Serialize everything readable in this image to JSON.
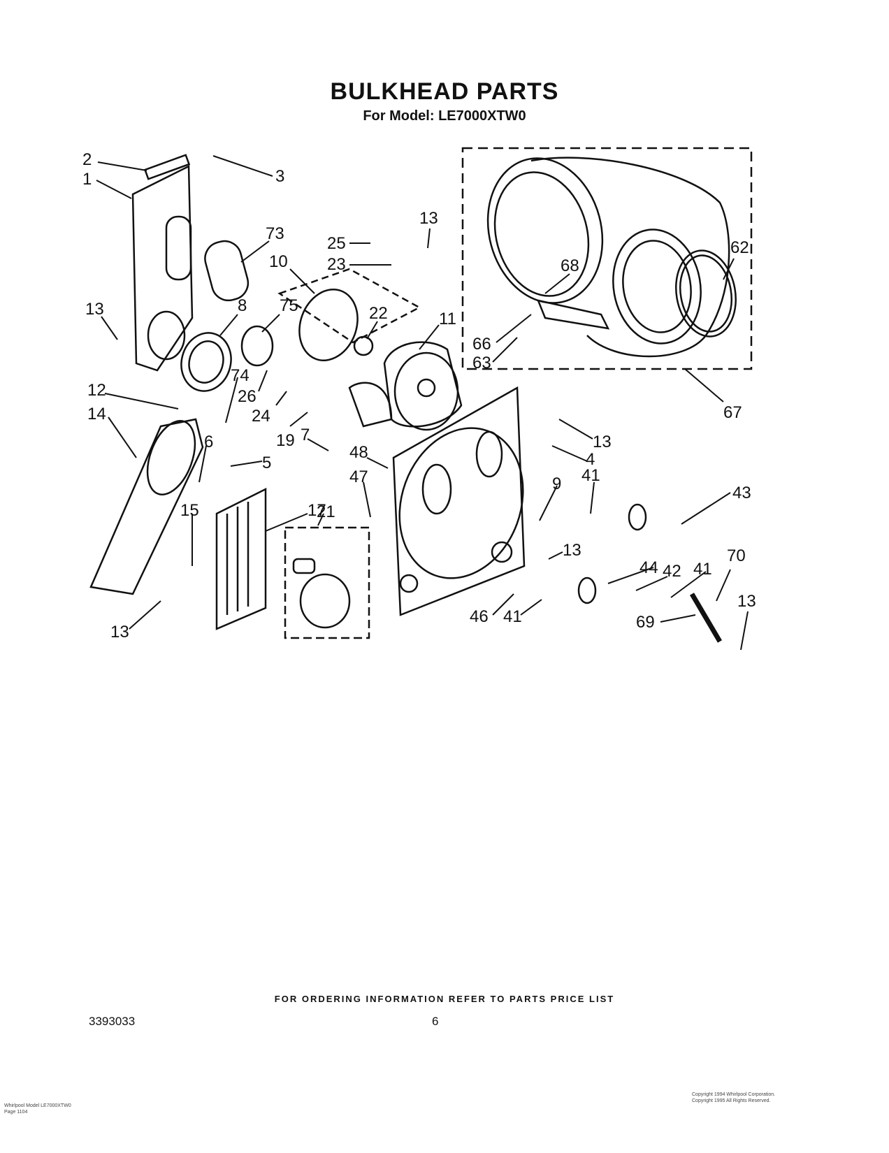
{
  "title": "BULKHEAD PARTS",
  "subtitle": "For Model: LE7000XTW0",
  "callouts": [
    {
      "id": "c2",
      "text": "2"
    },
    {
      "id": "c1",
      "text": "1"
    },
    {
      "id": "c3",
      "text": "3"
    },
    {
      "id": "c73",
      "text": "73"
    },
    {
      "id": "c13a",
      "text": "13"
    },
    {
      "id": "c8",
      "text": "8"
    },
    {
      "id": "c75",
      "text": "75"
    },
    {
      "id": "c10",
      "text": "10"
    },
    {
      "id": "c25",
      "text": "25"
    },
    {
      "id": "c23",
      "text": "23"
    },
    {
      "id": "c13b",
      "text": "13"
    },
    {
      "id": "c22",
      "text": "22"
    },
    {
      "id": "c11",
      "text": "11"
    },
    {
      "id": "c68",
      "text": "68"
    },
    {
      "id": "c62",
      "text": "62"
    },
    {
      "id": "c66",
      "text": "66"
    },
    {
      "id": "c63",
      "text": "63"
    },
    {
      "id": "c67",
      "text": "67"
    },
    {
      "id": "c12",
      "text": "12"
    },
    {
      "id": "c14",
      "text": "14"
    },
    {
      "id": "c74",
      "text": "74"
    },
    {
      "id": "c26",
      "text": "26"
    },
    {
      "id": "c24",
      "text": "24"
    },
    {
      "id": "c19",
      "text": "19"
    },
    {
      "id": "c6",
      "text": "6"
    },
    {
      "id": "c5",
      "text": "5"
    },
    {
      "id": "c7",
      "text": "7"
    },
    {
      "id": "c48",
      "text": "48"
    },
    {
      "id": "c13c",
      "text": "13"
    },
    {
      "id": "c4",
      "text": "4"
    },
    {
      "id": "c17",
      "text": "17"
    },
    {
      "id": "c15",
      "text": "15"
    },
    {
      "id": "c21",
      "text": "21"
    },
    {
      "id": "c47",
      "text": "47"
    },
    {
      "id": "c9",
      "text": "9"
    },
    {
      "id": "c41a",
      "text": "41"
    },
    {
      "id": "c43",
      "text": "43"
    },
    {
      "id": "c13d",
      "text": "13"
    },
    {
      "id": "c44",
      "text": "44"
    },
    {
      "id": "c42",
      "text": "42"
    },
    {
      "id": "c41b",
      "text": "41"
    },
    {
      "id": "c70",
      "text": "70"
    },
    {
      "id": "c46",
      "text": "46"
    },
    {
      "id": "c41c",
      "text": "41"
    },
    {
      "id": "c69",
      "text": "69"
    },
    {
      "id": "c13e",
      "text": "13"
    },
    {
      "id": "c13f",
      "text": "13"
    }
  ],
  "footer": {
    "ordering_note": "FOR ORDERING INFORMATION REFER TO PARTS PRICE LIST",
    "doc_number": "3393033",
    "page_number": "6",
    "left_small": "Whirlpool Model LE7000XTW0\nPage 1104",
    "right_small": "Copyright 1994 Whirlpool Corporation.\nCopyright 1995 All Rights Reserved."
  }
}
